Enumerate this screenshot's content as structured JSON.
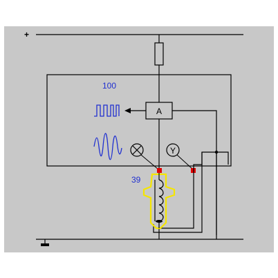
{
  "diagram": {
    "supply_sign": "+",
    "labels": {
      "unit_number": "100",
      "sensor_number": "39",
      "ammeter": "A"
    },
    "terminals": [
      {
        "id": "X",
        "symbol": "⊗"
      },
      {
        "id": "Y",
        "symbol": "Y"
      }
    ],
    "colors": {
      "background": "#c8c8c8",
      "wire": "#000000",
      "label_blue": "#1f2fd0",
      "sensor_highlight": "#f5e600",
      "connector_red": "#e00000"
    },
    "icons": {
      "fuse": "fuse-icon",
      "ground": "ground-icon",
      "square_wave": "square-wave-icon",
      "sine_wave": "sine-wave-icon",
      "coil": "inductive-coil-icon",
      "arrow": "arrow-left-icon"
    }
  }
}
